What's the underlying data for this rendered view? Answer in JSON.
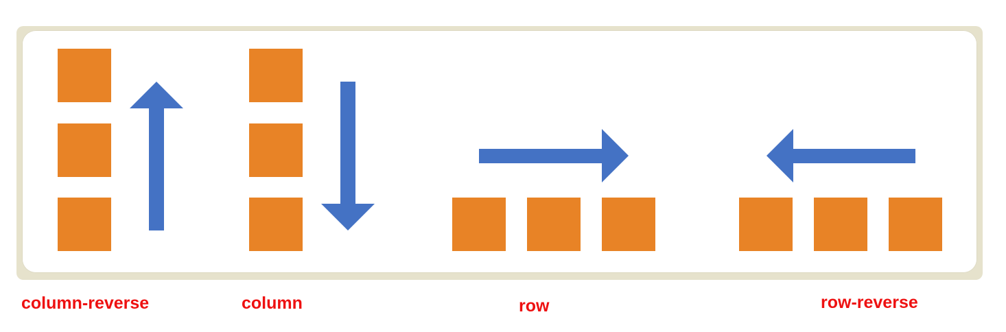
{
  "colors": {
    "box": "#e88326",
    "arrow": "#4472c4",
    "label": "#ee1111",
    "frame": "#e6e2cc"
  },
  "groups": [
    {
      "label": "column-reverse",
      "direction": "up",
      "box_count": 3,
      "icon": "arrow-up-icon"
    },
    {
      "label": "column",
      "direction": "down",
      "box_count": 3,
      "icon": "arrow-down-icon"
    },
    {
      "label": "row",
      "direction": "right",
      "box_count": 3,
      "icon": "arrow-right-icon"
    },
    {
      "label": "row-reverse",
      "direction": "left",
      "box_count": 3,
      "icon": "arrow-left-icon"
    }
  ]
}
